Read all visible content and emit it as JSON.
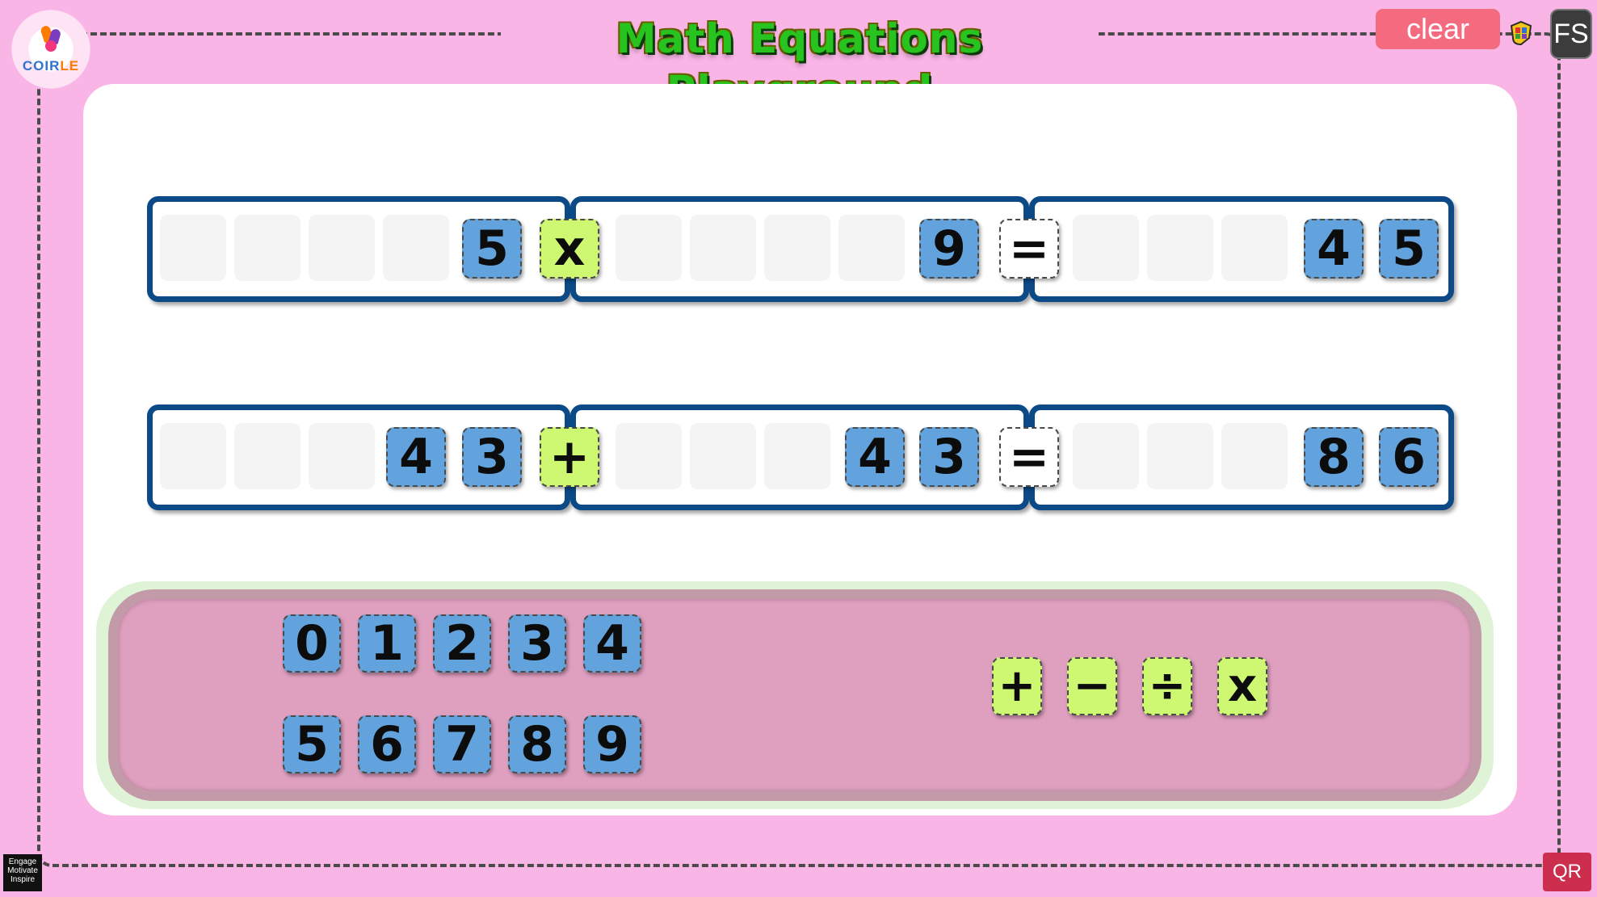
{
  "header": {
    "title": "Math Equations Playground",
    "clear_label": "clear",
    "fs_label": "FS"
  },
  "logo": {
    "text_a": "COIR",
    "text_b": "LE"
  },
  "equations": [
    {
      "left": [
        "5"
      ],
      "operator": "x",
      "right": [
        "9"
      ],
      "equals": "=",
      "result": [
        "4",
        "5"
      ]
    },
    {
      "left": [
        "4",
        "3"
      ],
      "operator": "+",
      "right": [
        "4",
        "3"
      ],
      "equals": "=",
      "result": [
        "8",
        "6"
      ]
    }
  ],
  "bank": {
    "digits_row1": [
      "0",
      "1",
      "2",
      "3",
      "4"
    ],
    "digits_row2": [
      "5",
      "6",
      "7",
      "8",
      "9"
    ],
    "operators": [
      "+",
      "−",
      "÷",
      "x"
    ]
  },
  "footer": {
    "engage_lines": [
      "Engage",
      "Motivate",
      "Inspire"
    ],
    "qr_label": "QR"
  },
  "colors": {
    "background": "#f9b5e6",
    "number_tile": "#62a3dd",
    "operator_tile": "#cef772",
    "box_border": "#0b4a87",
    "clear_button": "#f46b80",
    "qr_button": "#cc2f4d"
  }
}
